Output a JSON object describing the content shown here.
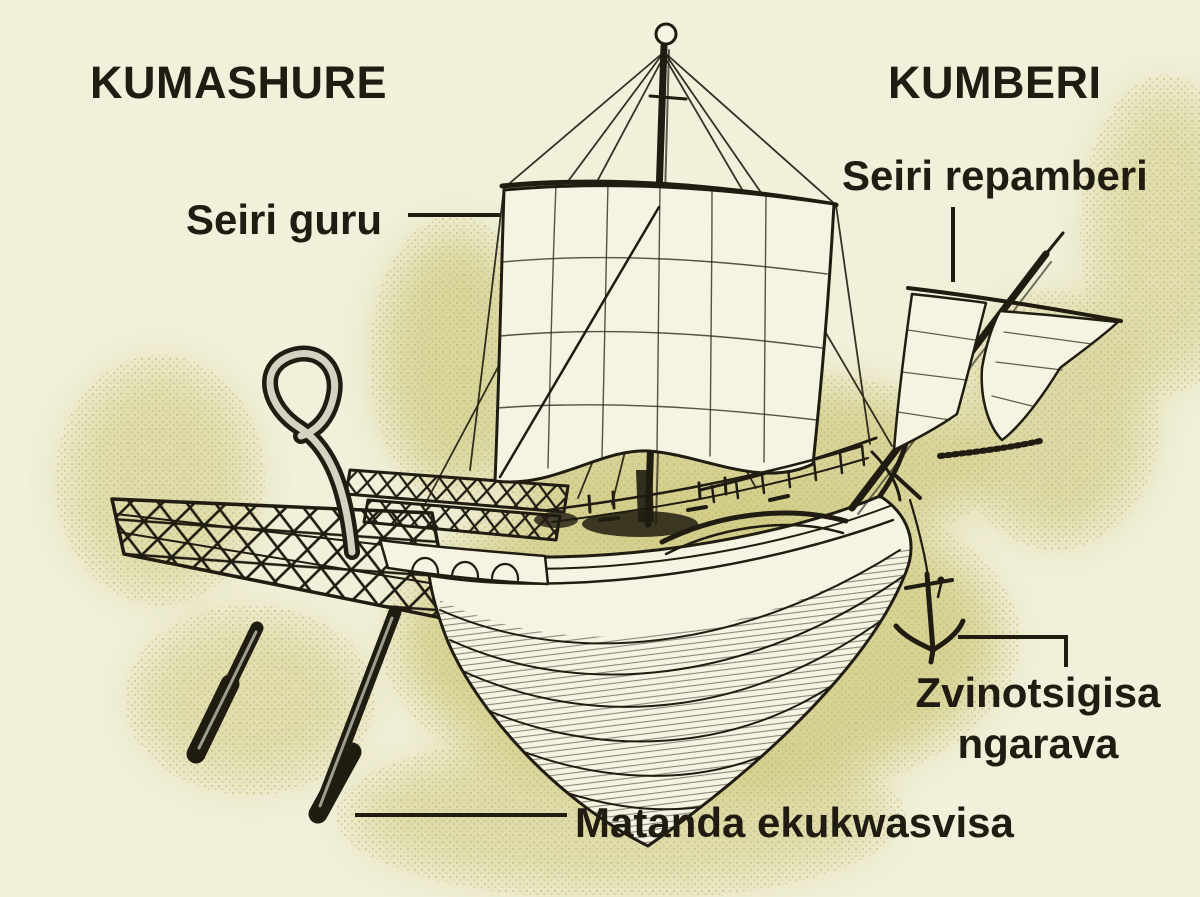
{
  "theme": {
    "bg": "#f2f0db",
    "ink": "#201c11",
    "paper": "#f5f3e1",
    "stipple": "#cfca82",
    "stipple_dot": "#b9b464"
  },
  "header": {
    "left": "KUMASHURE",
    "right": "KUMBERI"
  },
  "labels": {
    "main_sail": "Seiri guru",
    "fore_sail": "Seiri repamberi",
    "anchor": "Zvinotsigisa\nngarava",
    "oars": "Matanda ekukwasvisa"
  },
  "illustration": {
    "icon": "ancient-sailing-ship-engraving"
  }
}
